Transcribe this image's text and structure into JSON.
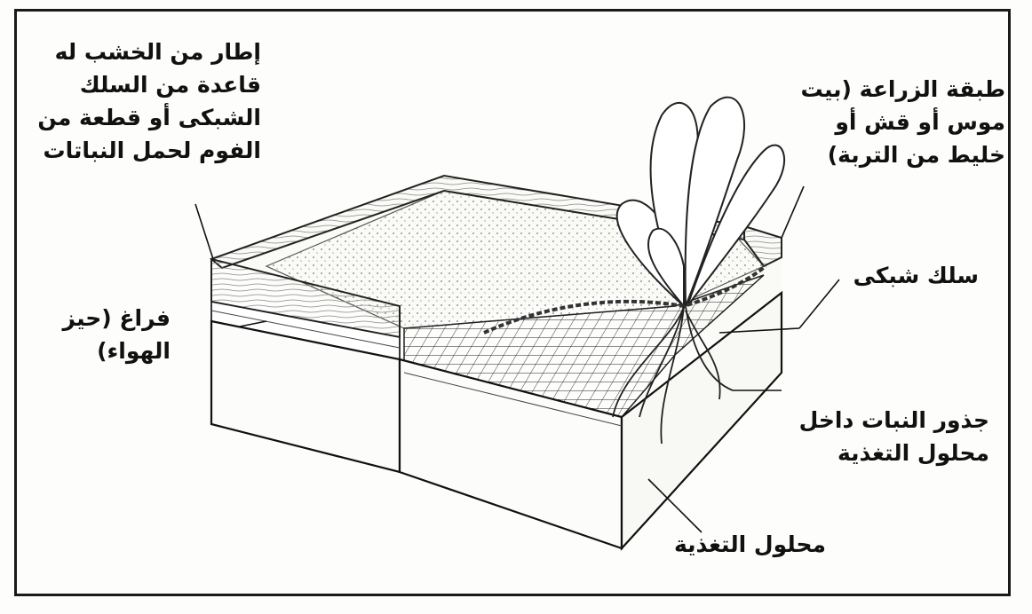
{
  "labels": {
    "frame_base": {
      "lines": [
        "إطار من الخشب له",
        "قاعدة من السلك",
        "الشبكى أو قطعة من",
        "الفوم لحمل النباتات"
      ]
    },
    "growing_layer": {
      "lines": [
        "طبقة الزراعة (بيت",
        "موس أو قش أو",
        "خليط من التربة)"
      ]
    },
    "wire_mesh": {
      "lines": [
        "سلك شبكى"
      ]
    },
    "air_gap": {
      "lines": [
        "فراغ (حيز",
        "الهواء)"
      ]
    },
    "roots": {
      "lines": [
        "جذور النبات داخل",
        "محلول التغذية"
      ]
    },
    "nutrient_solution": {
      "lines": [
        "محلول التغذية"
      ]
    }
  }
}
